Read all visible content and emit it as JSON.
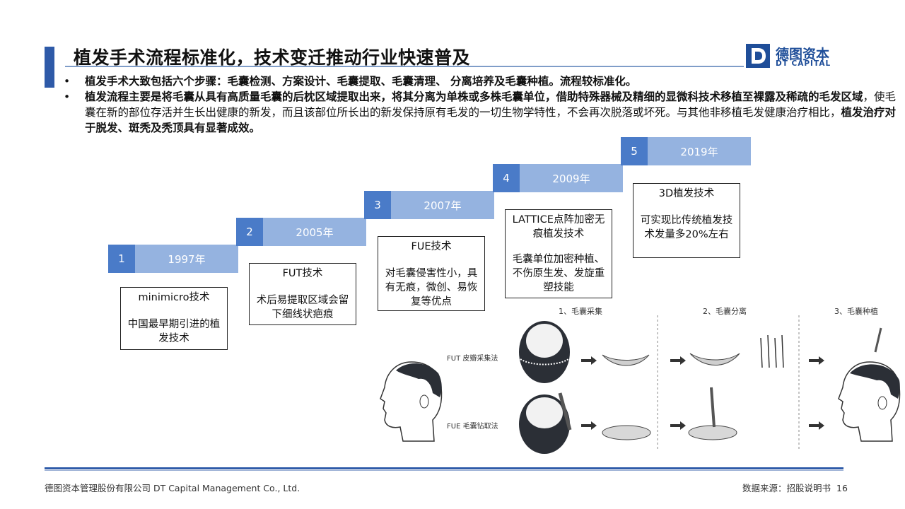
{
  "header": {
    "title": "植发手术流程标准化，技术变迁推动行业快速普及",
    "logo_cn": "德图资本",
    "logo_en": "DT CAPITAL"
  },
  "bullets": [
    {
      "parts": [
        {
          "text": "植发手术大致包括六个步骤：毛囊检测、方案设计、毛囊提取、毛囊清理、 分离培养及毛囊种植。流程较标准化。",
          "bold": true
        }
      ]
    },
    {
      "parts": [
        {
          "text": "植发流程主要是将毛囊从具有高质量毛囊的后枕区域提取出来，将其分离为单株或多株毛囊单位，借助特殊器械及精细的显微科技术移植至裸露及稀疏的毛发区域",
          "bold": true
        },
        {
          "text": "，使毛囊在新的部位存活并生长出健康的新发，而且该部位所长出的新发保持原有毛发的一切生物学特性，不会再次脱落或坏死。与其他非移植毛发健康治疗相比，",
          "bold": false
        },
        {
          "text": "植发治疗对于脱发、斑秃及秃顶具有显著成效。",
          "bold": true
        }
      ]
    }
  ],
  "timeline": [
    {
      "num": "1",
      "year": "1997年",
      "title": "minimicro技术",
      "desc": "中国最早期引进的植发技术"
    },
    {
      "num": "2",
      "year": "2005年",
      "title": "FUT技术",
      "desc": "术后易提取区域会留下细线状疤痕"
    },
    {
      "num": "3",
      "year": "2007年",
      "title": "FUE技术",
      "desc": "对毛囊侵害性小，具有无痕，微创、易恢复等优点"
    },
    {
      "num": "4",
      "year": "2009年",
      "title": "LATTICE点阵加密无痕植发技术",
      "desc": "毛囊单位加密种植、不伤原生发、发旋重塑技能"
    },
    {
      "num": "5",
      "year": "2019年",
      "title": "3D植发技术",
      "desc": "可实现比传统植发技术发量多20%左右"
    }
  ],
  "diagram": {
    "step1": "1、毛囊采集",
    "step2": "2、毛囊分离",
    "step3": "3、毛囊种植",
    "row1": "FUT 皮瓣采集法",
    "row2": "FUE 毛囊钻取法"
  },
  "footer": {
    "company": "德图资本管理股份有限公司  DT Capital Management  Co., Ltd.",
    "source": "数据来源：招股说明书",
    "page": "16"
  }
}
